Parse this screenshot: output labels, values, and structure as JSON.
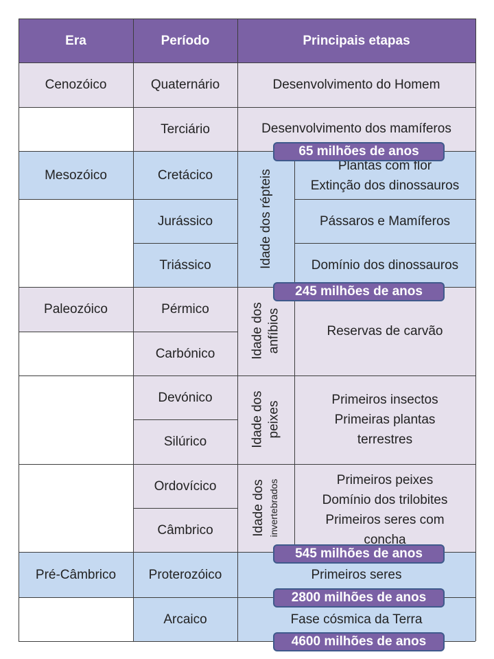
{
  "header": {
    "era": "Era",
    "periodo": "Período",
    "etapas": "Principais etapas"
  },
  "rows": {
    "quaternario": {
      "era": "Cenozóico",
      "periodo": "Quaternário",
      "etapa": "Desenvolvimento do Homem"
    },
    "terciario": {
      "periodo": "Terciário",
      "etapa": "Desenvolvimento dos mamíferos"
    },
    "cretacico": {
      "era": "Mesozóico",
      "periodo": "Cretácico",
      "etapa_1": "Plantas com flor",
      "etapa_2": "Extinção dos dinossauros"
    },
    "jurassico": {
      "periodo": "Jurássico",
      "etapa": "Pássaros e Mamíferos"
    },
    "triassico": {
      "periodo": "Triássico",
      "etapa": "Domínio dos dinossauros"
    },
    "permico": {
      "era": "Paleozóico",
      "periodo": "Pérmico"
    },
    "carbonico": {
      "periodo": "Carbónico"
    },
    "permico_carbonico_etapa": "Reservas de carvão",
    "devonico": {
      "periodo": "Devónico"
    },
    "silurico": {
      "periodo": "Silúrico"
    },
    "devonico_silurico_etapa": {
      "l1": "Primeiros insectos",
      "l2": "Primeiras plantas",
      "l3": "terrestres"
    },
    "ordovicico": {
      "periodo": "Ordovícico"
    },
    "cambrico": {
      "periodo": "Câmbrico"
    },
    "ordovicico_cambrico_etapa": {
      "l1": "Primeiros peixes",
      "l2": "Domínio dos trilobites",
      "l3": "Primeiros seres com",
      "l4": "concha"
    },
    "proterozoico": {
      "era": "Pré-Câmbrico",
      "periodo": "Proterozóico",
      "etapa": "Primeiros seres"
    },
    "arcaico": {
      "periodo": "Arcaico",
      "etapa": "Fase cósmica da Terra"
    }
  },
  "ages": {
    "repteis": "Idade dos répteis",
    "anfibios": {
      "l1": "Idade dos",
      "l2": "anfíbios"
    },
    "peixes": {
      "l1": "Idade dos",
      "l2": "peixes"
    },
    "invertebrados": {
      "l1": "Idade dos",
      "l2": "invertebrados"
    }
  },
  "badges": {
    "b65": "65 milhões de anos",
    "b245": "245 milhões de anos",
    "b545": "545 milhões de anos",
    "b2800": "2800 milhões de anos",
    "b4600": "4600 milhões de anos"
  },
  "colors": {
    "header": "#7b61a5",
    "lavender": "#e6e0ec",
    "blue": "#c5d9f1",
    "badge_border": "#3f5a8c"
  }
}
